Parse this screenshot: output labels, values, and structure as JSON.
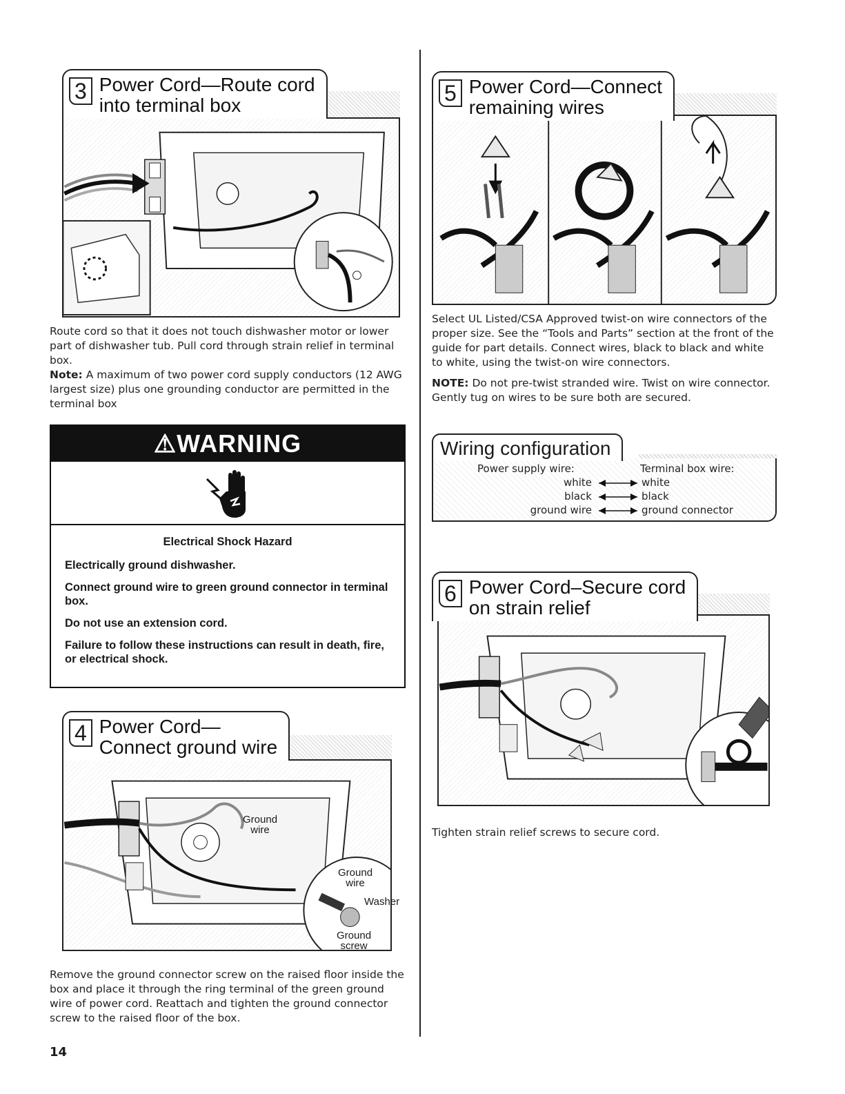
{
  "step3": {
    "number": "3",
    "title_line1": "Power Cord—Route cord",
    "title_line2": "into terminal box",
    "body": "Route cord so that it does not touch dishwasher motor or lower part of dishwasher tub. Pull cord through strain relief in terminal box.",
    "note_label": "Note:",
    "note_text": "A maximum of two power cord supply conductors (12 AWG largest size) plus one grounding conductor are permitted in the terminal box"
  },
  "warning": {
    "heading": "⚠WARNING",
    "hazard": "Electrical Shock Hazard",
    "lines": [
      "Electrically ground dishwasher.",
      "Connect ground wire to green ground connector in terminal box.",
      "Do not use an extension cord.",
      "Failure to follow these instructions can result in death, fire, or electrical shock."
    ]
  },
  "step4": {
    "number": "4",
    "title_line1": "Power Cord—",
    "title_line2": "Connect ground wire",
    "labels": {
      "ground_wire_1": "Ground",
      "ground_wire_2": "wire",
      "ground_wire_3": "Ground",
      "ground_wire_4": "wire",
      "washer": "Washer",
      "ground_screw_1": "Ground",
      "ground_screw_2": "screw"
    },
    "body": "Remove the ground connector screw on the raised floor inside the box and place it through the ring terminal of the green ground wire of power cord. Reattach and tighten the ground connector screw to the raised floor of the box."
  },
  "step5": {
    "number": "5",
    "title_line1": "Power Cord—Connect",
    "title_line2": "remaining wires",
    "body": "Select UL Listed/CSA Approved twist-on wire connectors of the proper size. See the “Tools and Parts” section at the front of the guide for part details. Connect wires, black to black and white to white, using the twist-on wire connectors.",
    "note_label": "NOTE:",
    "note_text": "Do not pre-twist stranded wire. Twist on wire connector. Gently tug on wires to be sure both are secured."
  },
  "wiring": {
    "title": "Wiring configuration",
    "left_header": "Power supply wire:",
    "right_header": "Terminal box wire:",
    "rows": [
      {
        "left": "white",
        "right": "white"
      },
      {
        "left": "black",
        "right": "black"
      },
      {
        "left": "ground wire",
        "right": "ground connector"
      }
    ]
  },
  "step6": {
    "number": "6",
    "title_line1": "Power Cord–Secure cord",
    "title_line2": "on strain relief",
    "body": "Tighten strain relief screws to secure cord."
  },
  "page_number": "14"
}
